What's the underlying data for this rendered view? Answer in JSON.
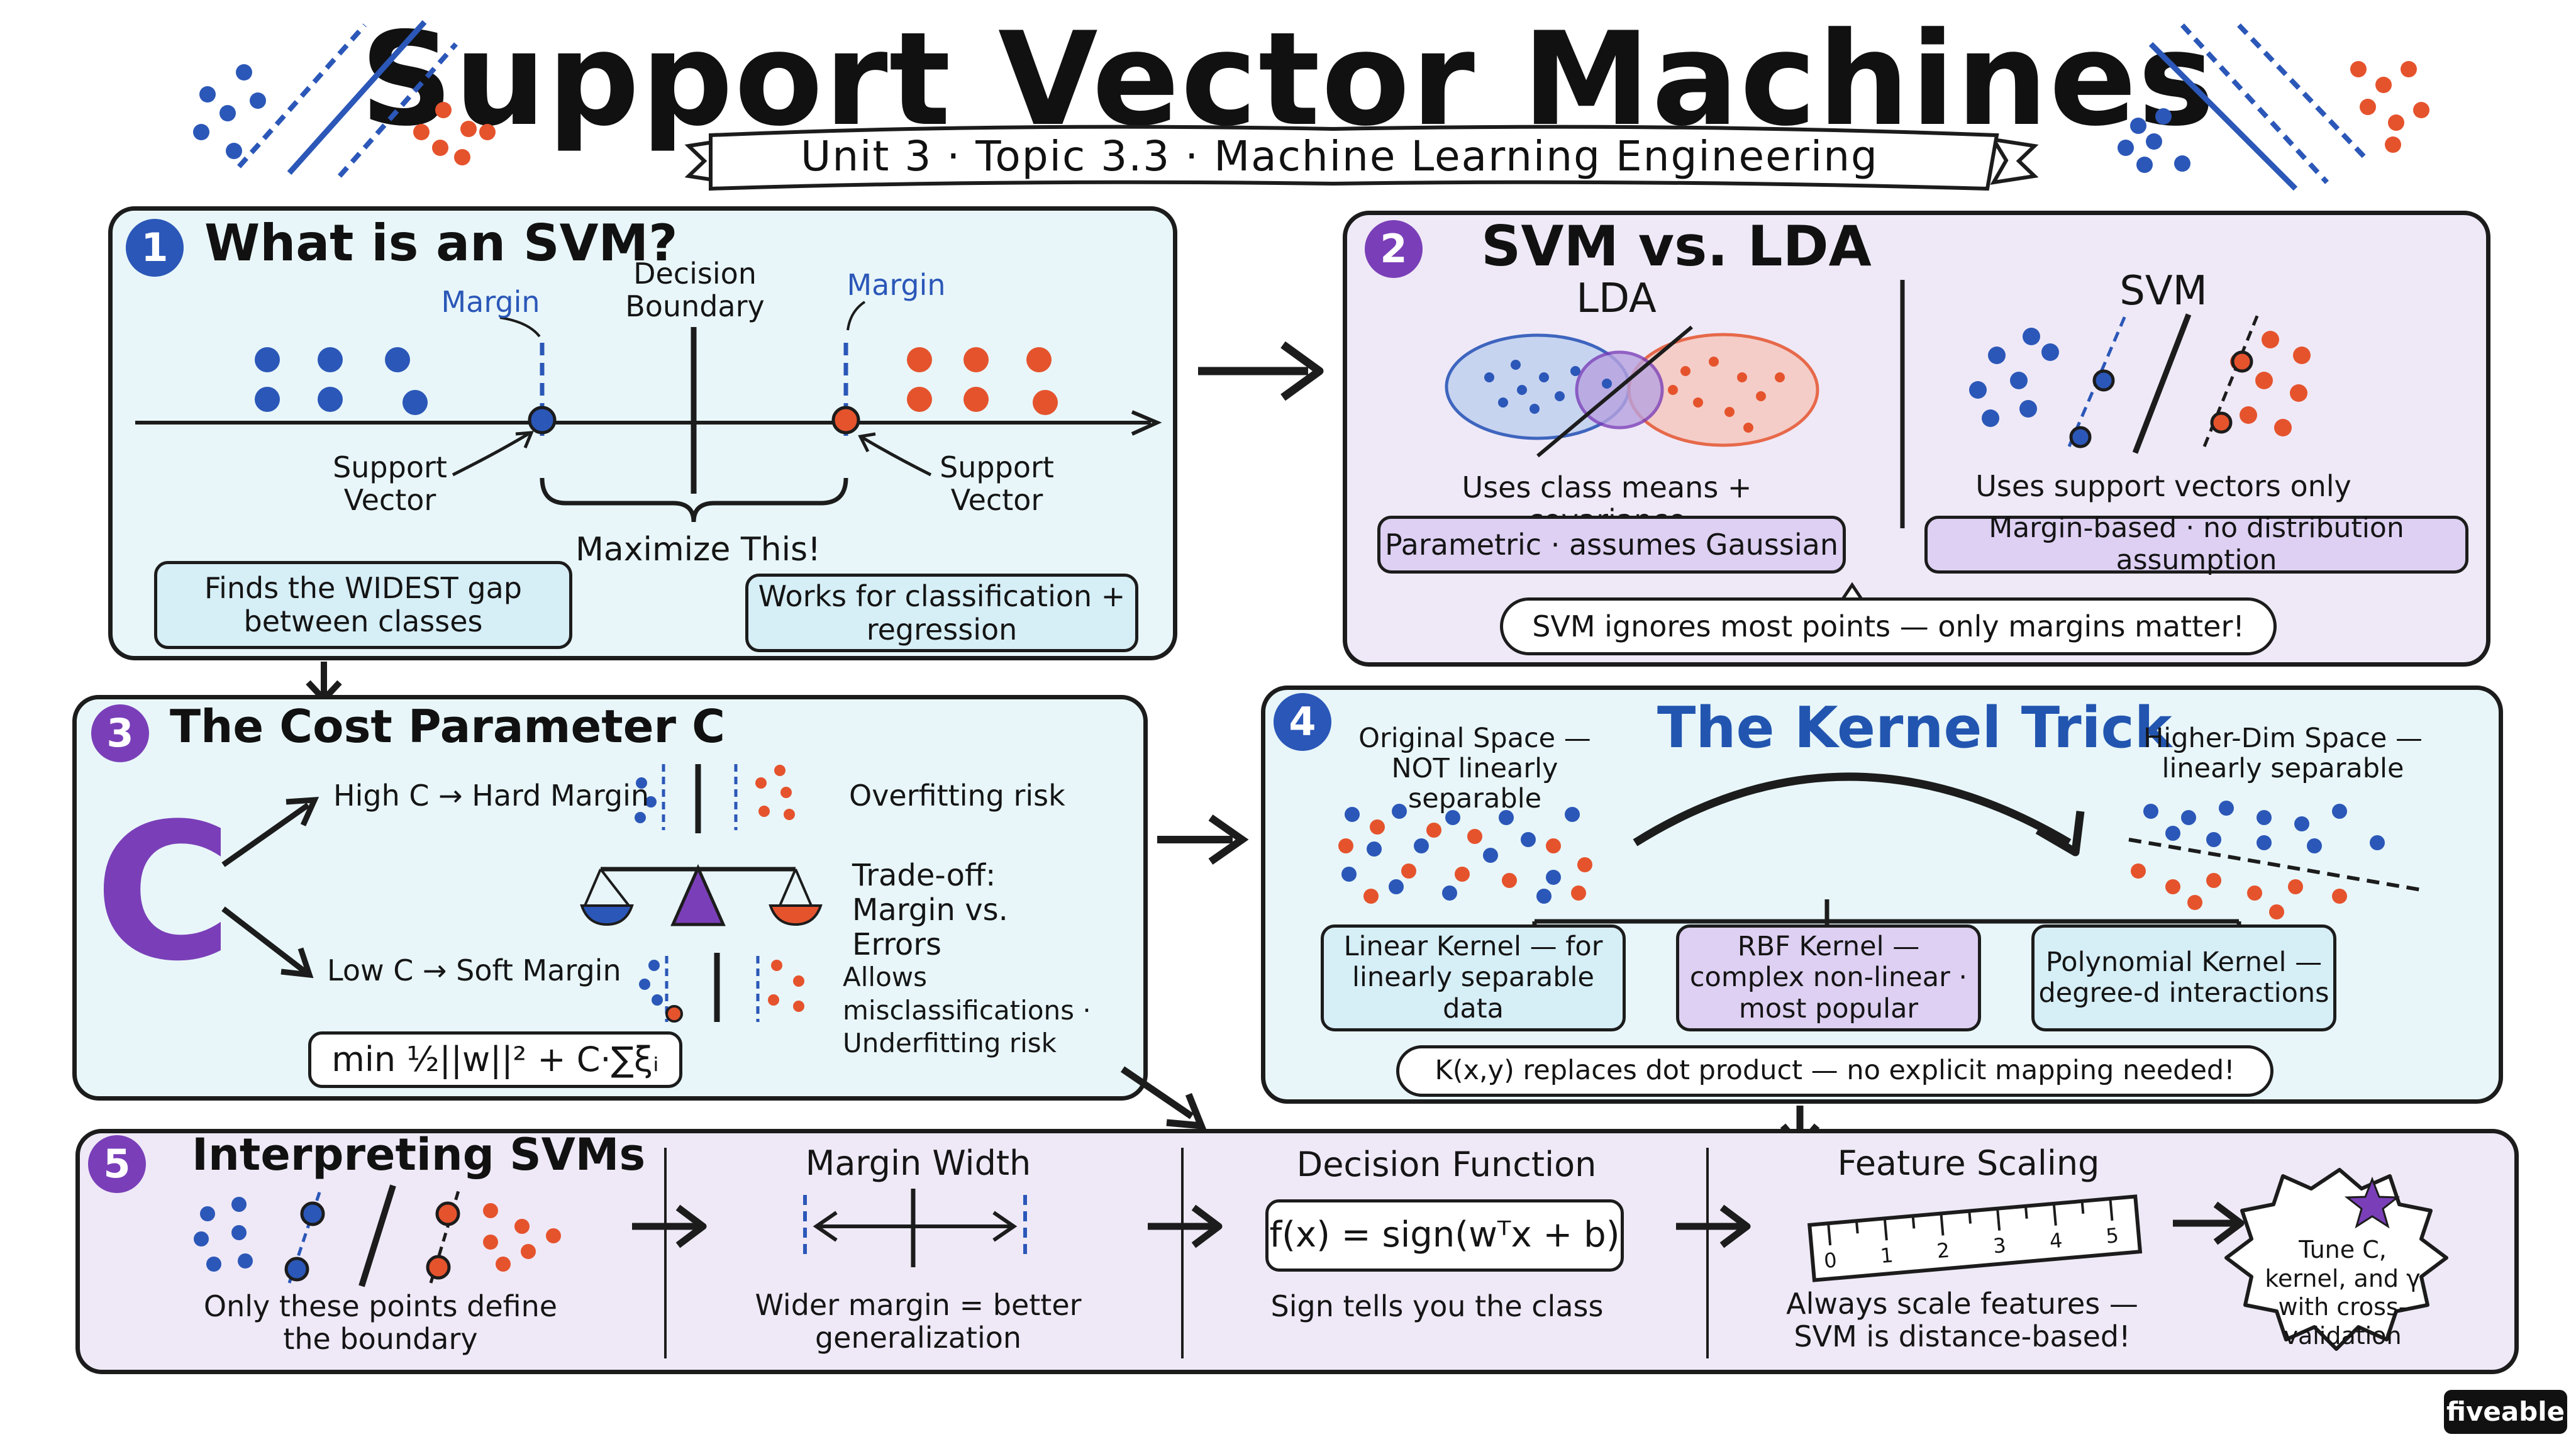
{
  "header": {
    "title": "Support Vector Machines",
    "subtitle": "Unit 3 · Topic 3.3 · Machine Learning Engineering"
  },
  "colors": {
    "blue": "#2b57b8",
    "red": "#e5532d",
    "purple": "#7a3fb8",
    "panel_blue": "#e8f6f9",
    "panel_purple": "#efe9f7"
  },
  "s1": {
    "num": "1",
    "title": "What is an SVM?",
    "margin_left": "Margin",
    "margin_right": "Margin",
    "decision_boundary": "Decision Boundary",
    "support_vector_left": "Support Vector",
    "support_vector_right": "Support Vector",
    "maximize": "Maximize This!",
    "box_left": "Finds the WIDEST gap between classes",
    "box_right": "Works for classification + regression"
  },
  "s2": {
    "num": "2",
    "title": "SVM vs. LDA",
    "lda_label": "LDA",
    "svm_label": "SVM",
    "lda_caption": "Uses class means + covariance",
    "svm_caption": "Uses support vectors only",
    "lda_box": "Parametric · assumes Gaussian",
    "svm_box": "Margin-based · no distribution assumption",
    "bottom_box": "SVM ignores most points — only margins matter!"
  },
  "s3": {
    "num": "3",
    "title": "The Cost Parameter C",
    "big_c": "C",
    "high_c": "High C → Hard Margin",
    "high_note": "Overfitting risk",
    "tradeoff": "Trade-off: Margin vs. Errors",
    "low_c": "Low C → Soft Margin",
    "low_note": "Allows misclassifications · Underfitting risk",
    "formula": "min ½||w||² + C·∑ξᵢ"
  },
  "s4": {
    "num": "4",
    "title": "The Kernel Trick",
    "original": "Original Space — NOT linearly separable",
    "higher": "Higher-Dim Space — linearly separable",
    "linear": "Linear Kernel — for linearly separable data",
    "rbf": "RBF Kernel — complex non-linear · most popular",
    "poly": "Polynomial Kernel — degree-d interactions",
    "bottom": "K(x,y) replaces dot product — no explicit mapping needed!"
  },
  "s5": {
    "num": "5",
    "title": "Interpreting SVMs",
    "only_points": "Only these points define the boundary",
    "margin_width": "Margin Width",
    "wider": "Wider margin = better generalization",
    "decision_function": "Decision Function",
    "formula": "f(x) = sign(wᵀx + b)",
    "sign": "Sign tells you the class",
    "feature_scaling": "Feature Scaling",
    "ruler_ticks": [
      "0",
      "1",
      "2",
      "3",
      "4",
      "5"
    ],
    "always": "Always scale features — SVM is distance-based!",
    "star_text": "Tune C, kernel, and γ with cross-validation"
  },
  "footer": {
    "logo": "fiveable"
  }
}
